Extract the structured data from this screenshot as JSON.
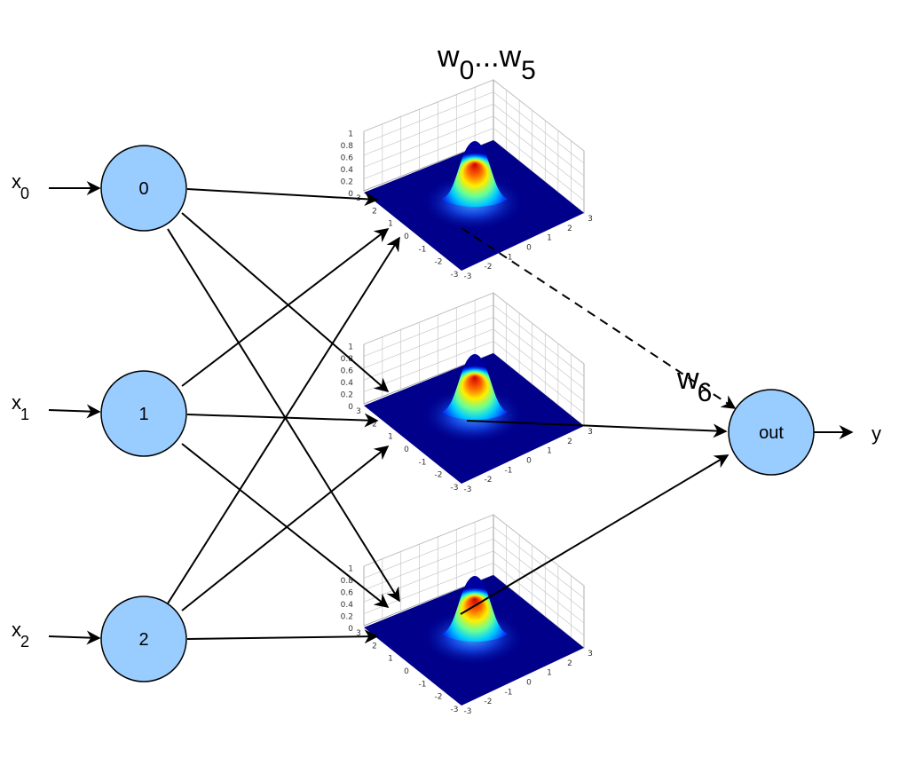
{
  "inputs": [
    {
      "base": "x",
      "sub": "0"
    },
    {
      "base": "x",
      "sub": "1"
    },
    {
      "base": "x",
      "sub": "2"
    }
  ],
  "hidden_nodes": [
    "0",
    "1",
    "2"
  ],
  "output_node": "out",
  "output_label": "y",
  "weights_top": {
    "w_a": "w",
    "sub_a": "0",
    "dots": "...",
    "w_b": "w",
    "sub_b": "5"
  },
  "weight_out": {
    "w": "w",
    "sub": "6"
  },
  "rbf_plot": {
    "z_ticks": [
      "0",
      "0.2",
      "0.4",
      "0.6",
      "0.8",
      "1"
    ],
    "x_ticks": [
      "-3",
      "-2",
      "-1",
      "0",
      "1",
      "2",
      "3"
    ],
    "y_ticks": [
      "-3",
      "-2",
      "-1",
      "0",
      "1",
      "2",
      "3"
    ]
  },
  "colors": {
    "node_fill": "#99ccff",
    "node_stroke": "#000000",
    "surface_base": "#00008b",
    "peak": "#cc0000"
  }
}
